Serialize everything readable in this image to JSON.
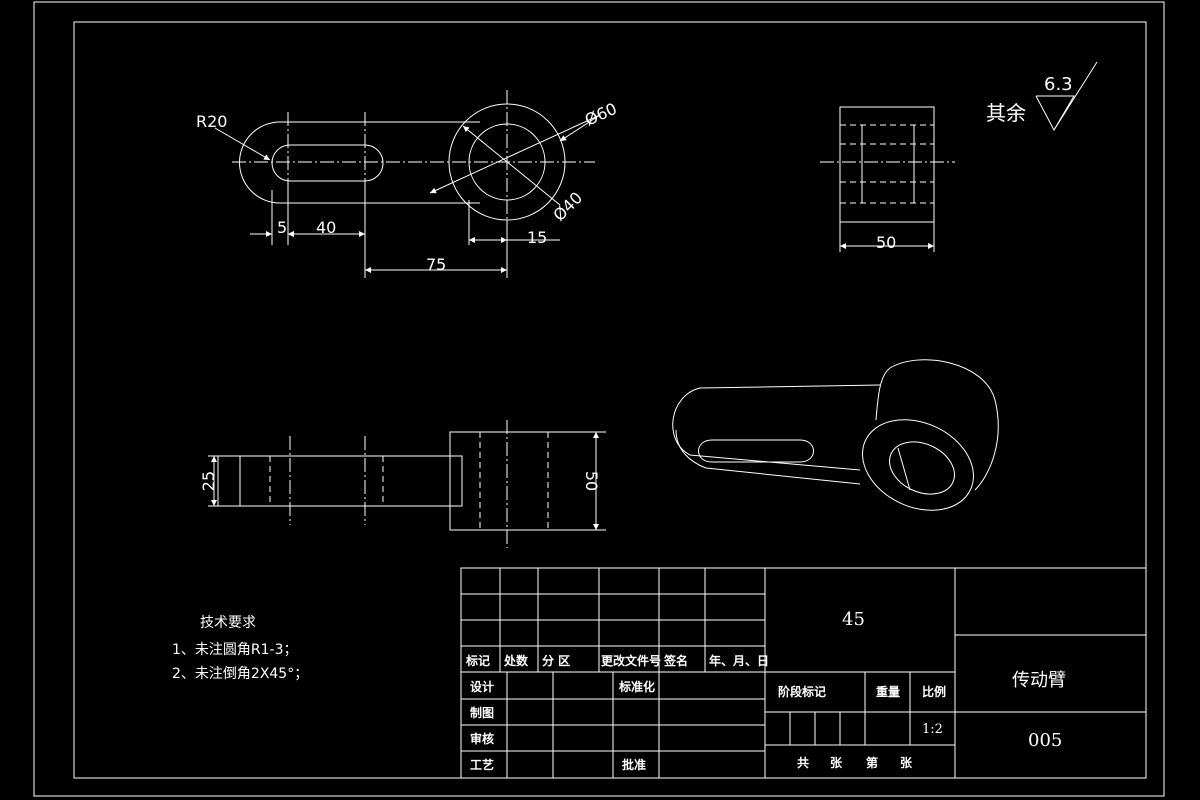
{
  "dimensions": {
    "r20": "R20",
    "d60": "Ø60",
    "d40": "Ø40",
    "five": "5",
    "forty": "40",
    "fifteen": "15",
    "seventy_five": "75",
    "fifty_top": "50",
    "twenty_five": "25",
    "fifty_side": "50"
  },
  "surface_finish": {
    "prefix": "其余",
    "value": "6.3"
  },
  "tech_requirements": {
    "title": "技术要求",
    "items": [
      "1、未注圆角R1-3；",
      "2、未注倒角2X45°；"
    ]
  },
  "title_block": {
    "material": "45",
    "part_name": "传动臂",
    "drawing_no": "005",
    "scale": "1:2",
    "labels": {
      "mark": "标记",
      "count": "处数",
      "zone": "分 区",
      "change_doc": "更改文件号",
      "signature": "签名",
      "date": "年、月、日",
      "design": "设计",
      "standardize": "标准化",
      "draw": "制图",
      "review": "审核",
      "process": "工艺",
      "approve": "批准",
      "stage_mark": "阶段标记",
      "weight": "重量",
      "scale_label": "比例",
      "sheets_total": "共",
      "sheets_unit": "张",
      "sheet_no": "第",
      "sheet_unit2": "张"
    }
  }
}
